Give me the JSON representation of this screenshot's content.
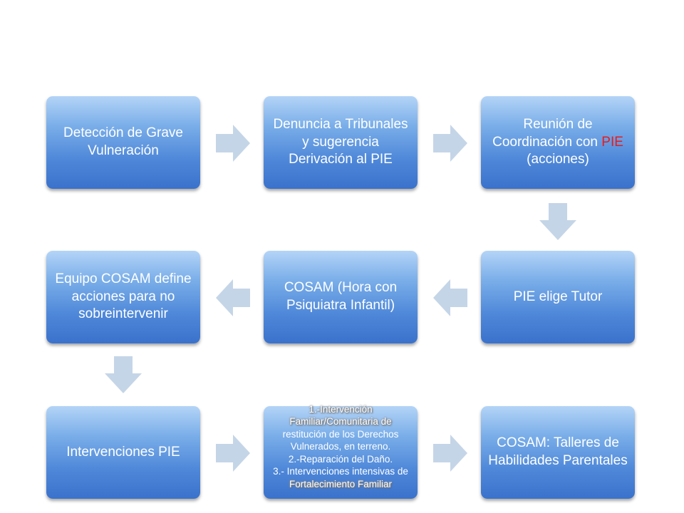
{
  "diagram": {
    "nodes": {
      "n1": {
        "text": "Detección de Grave Vulneración"
      },
      "n2": {
        "text": "Denuncia a Tribunales y sugerencia Derivación al PIE"
      },
      "n3": {
        "text_before": "Reunión de Coordinación con ",
        "highlight": "PIE",
        "text_after": " (acciones)"
      },
      "n4": {
        "text": "PIE elige Tutor"
      },
      "n5": {
        "text": "COSAM (Hora con Psiquiatra Infantil)"
      },
      "n6": {
        "text": "Equipo COSAM define acciones para no sobreintervenir"
      },
      "n7": {
        "text": "Intervenciones PIE"
      },
      "n8": {
        "line1": "1.-Intervención",
        "line2": "Familiar/Comunitaria de",
        "line3": "restitución de los Derechos Vulnerados, en terreno.",
        "line4": "2.-Reparación del Daño.",
        "line5": "3.- Intervenciones intensivas de",
        "line6": "Fortalecimiento Familiar"
      },
      "n9": {
        "text": "COSAM: Talleres de Habilidades Parentales"
      }
    },
    "colors": {
      "node_top": "#b4d4f7",
      "node_bottom": "#3a72cc",
      "arrow": "#c5d5e8",
      "highlight": "#e81b1b"
    }
  }
}
